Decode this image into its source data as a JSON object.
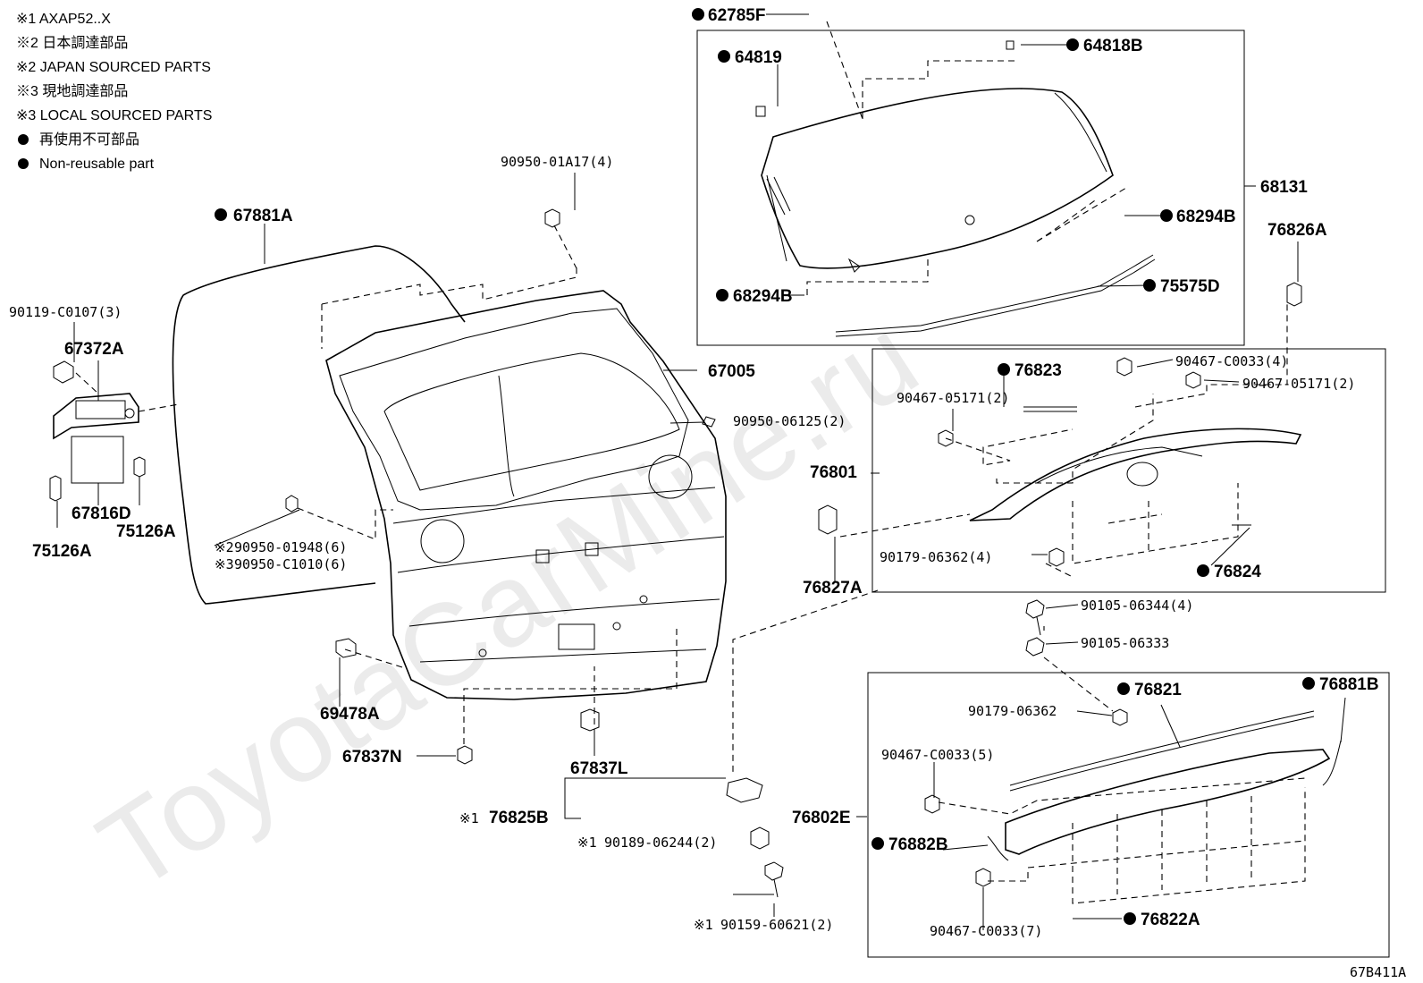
{
  "legend": [
    "※1 AXAP52..X",
    "※2 日本調達部品",
    "※2 JAPAN SOURCED PARTS",
    "※3 現地調達部品",
    "※3 LOCAL SOURCED PARTS",
    "再使用不可部品",
    "Non-reusable part"
  ],
  "watermark": "ToyotaCarMine.ru",
  "diagram_code": "67B411A",
  "labels": {
    "p62785F": "62785F",
    "p64819": "64819",
    "p64818B": "64818B",
    "p68131": "68131",
    "p68294B_r": "68294B",
    "p68294B_l": "68294B",
    "p75575D": "75575D",
    "p76826A": "76826A",
    "p90950_01A17": "90950-01A17(4)",
    "p67881A": "67881A",
    "p90119": "90119-C0107(3)",
    "p67372A": "67372A",
    "p67005": "67005",
    "p90950_06125": "90950-06125(2)",
    "p76823": "76823",
    "p90467_C0033_4": "90467-C0033(4)",
    "p90467_05171_r": "90467-05171(2)",
    "p90467_05171_l": "90467-05171(2)",
    "p76801": "76801",
    "p67816D": "67816D",
    "p75126A_r": "75126A",
    "p75126A_l": "75126A",
    "p90950_01948": "90950-01948(6)",
    "p90950_C1010": "90950-C1010(6)",
    "p76827A": "76827A",
    "p90179_06362_4": "90179-06362(4)",
    "p76824": "76824",
    "p90105_06344": "90105-06344(4)",
    "p90105_06333": "90105-06333",
    "p69478A": "69478A",
    "p76821": "76821",
    "p76881B": "76881B",
    "p90179_06362": "90179-06362",
    "p67837N": "67837N",
    "p67837L": "67837L",
    "p90467_C0033_5": "90467-C0033(5)",
    "p76825B": "76825B",
    "p76802E": "76802E",
    "p90189": "90189-06244(2)",
    "p76882B": "76882B",
    "p90467_C0033_7": "90467-C0033(7)",
    "p76822A": "76822A",
    "p90159": "90159-60621(2)"
  },
  "marks": {
    "ref1": "※1",
    "ref2": "※2",
    "ref3": "※3"
  }
}
